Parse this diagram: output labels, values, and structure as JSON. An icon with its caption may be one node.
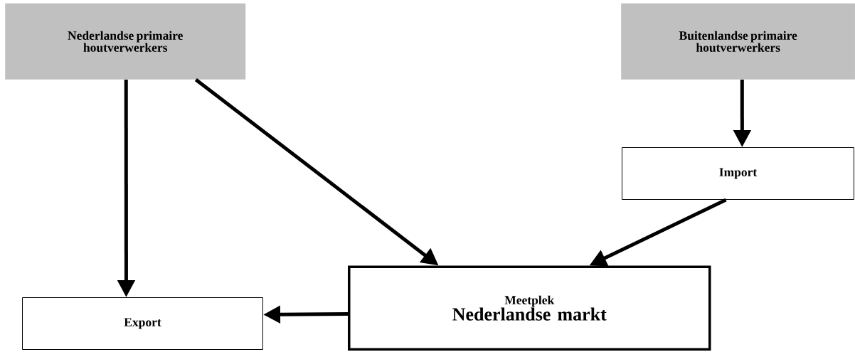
{
  "diagram": {
    "nodes": [
      {
        "text": [
          "Nederlandse primaire houtverwerkers"
        ]
      },
      {
        "text": [
          "Buitenlandse primaire houtverwerkers"
        ]
      },
      {
        "text": [
          "Import"
        ]
      },
      {
        "text": [
          "Meetplek",
          "Nederlandse markt"
        ]
      },
      {
        "text": [
          "Export"
        ]
      }
    ],
    "edges": [
      {
        "from": 0,
        "to": 4,
        "arrow": "to"
      },
      {
        "from": 0,
        "to": 3,
        "arrow": "to"
      },
      {
        "from": 1,
        "to": 2,
        "arrow": "to"
      },
      {
        "from": 2,
        "to": 3,
        "arrow": "to"
      },
      {
        "from": 3,
        "to": 4,
        "arrow": "to"
      }
    ]
  }
}
